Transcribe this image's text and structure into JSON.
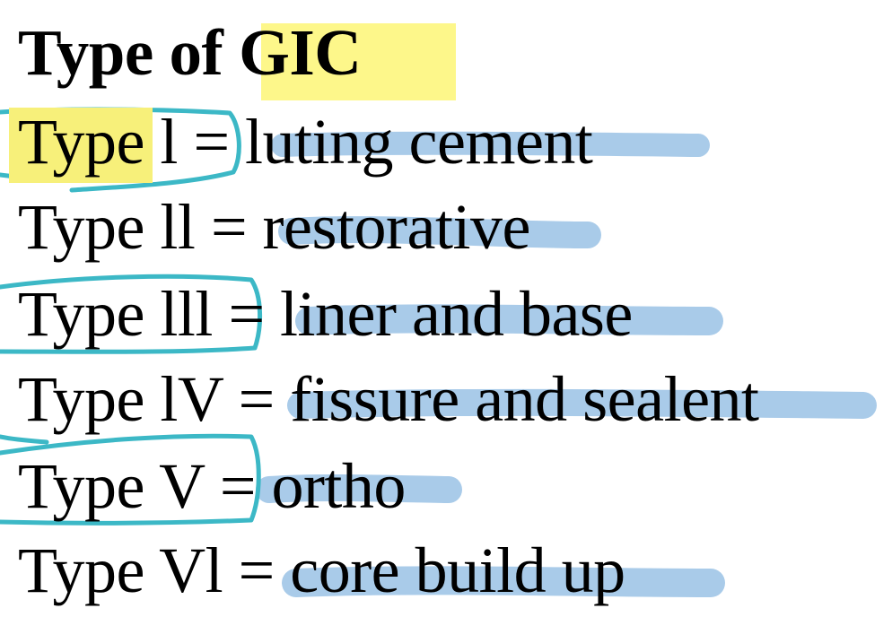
{
  "document": {
    "title": {
      "prefix": "Type of ",
      "highlight": "GIC"
    },
    "lines": [
      {
        "type": "Type",
        "roman": " l",
        "sep": " = ",
        "desc": "luting cement"
      },
      {
        "type": "Type",
        "roman": " ll",
        "sep": " = ",
        "desc": "restorative"
      },
      {
        "type": "Type",
        "roman": " lll",
        "sep": " = ",
        "desc": "liner and base"
      },
      {
        "type": "Type",
        "roman": " lV",
        "sep": " = ",
        "desc": "fissure and sealent"
      },
      {
        "type": "Type",
        "roman": " V",
        "sep": " = ",
        "desc": "ortho"
      },
      {
        "type": "Type",
        "roman": " Vl",
        "sep": " = ",
        "desc": "core build up"
      }
    ]
  },
  "colors": {
    "yellow_highlight": "#fdf78a",
    "blue_marker": "#a9cbe9",
    "teal_pen": "#3cb8c6"
  }
}
